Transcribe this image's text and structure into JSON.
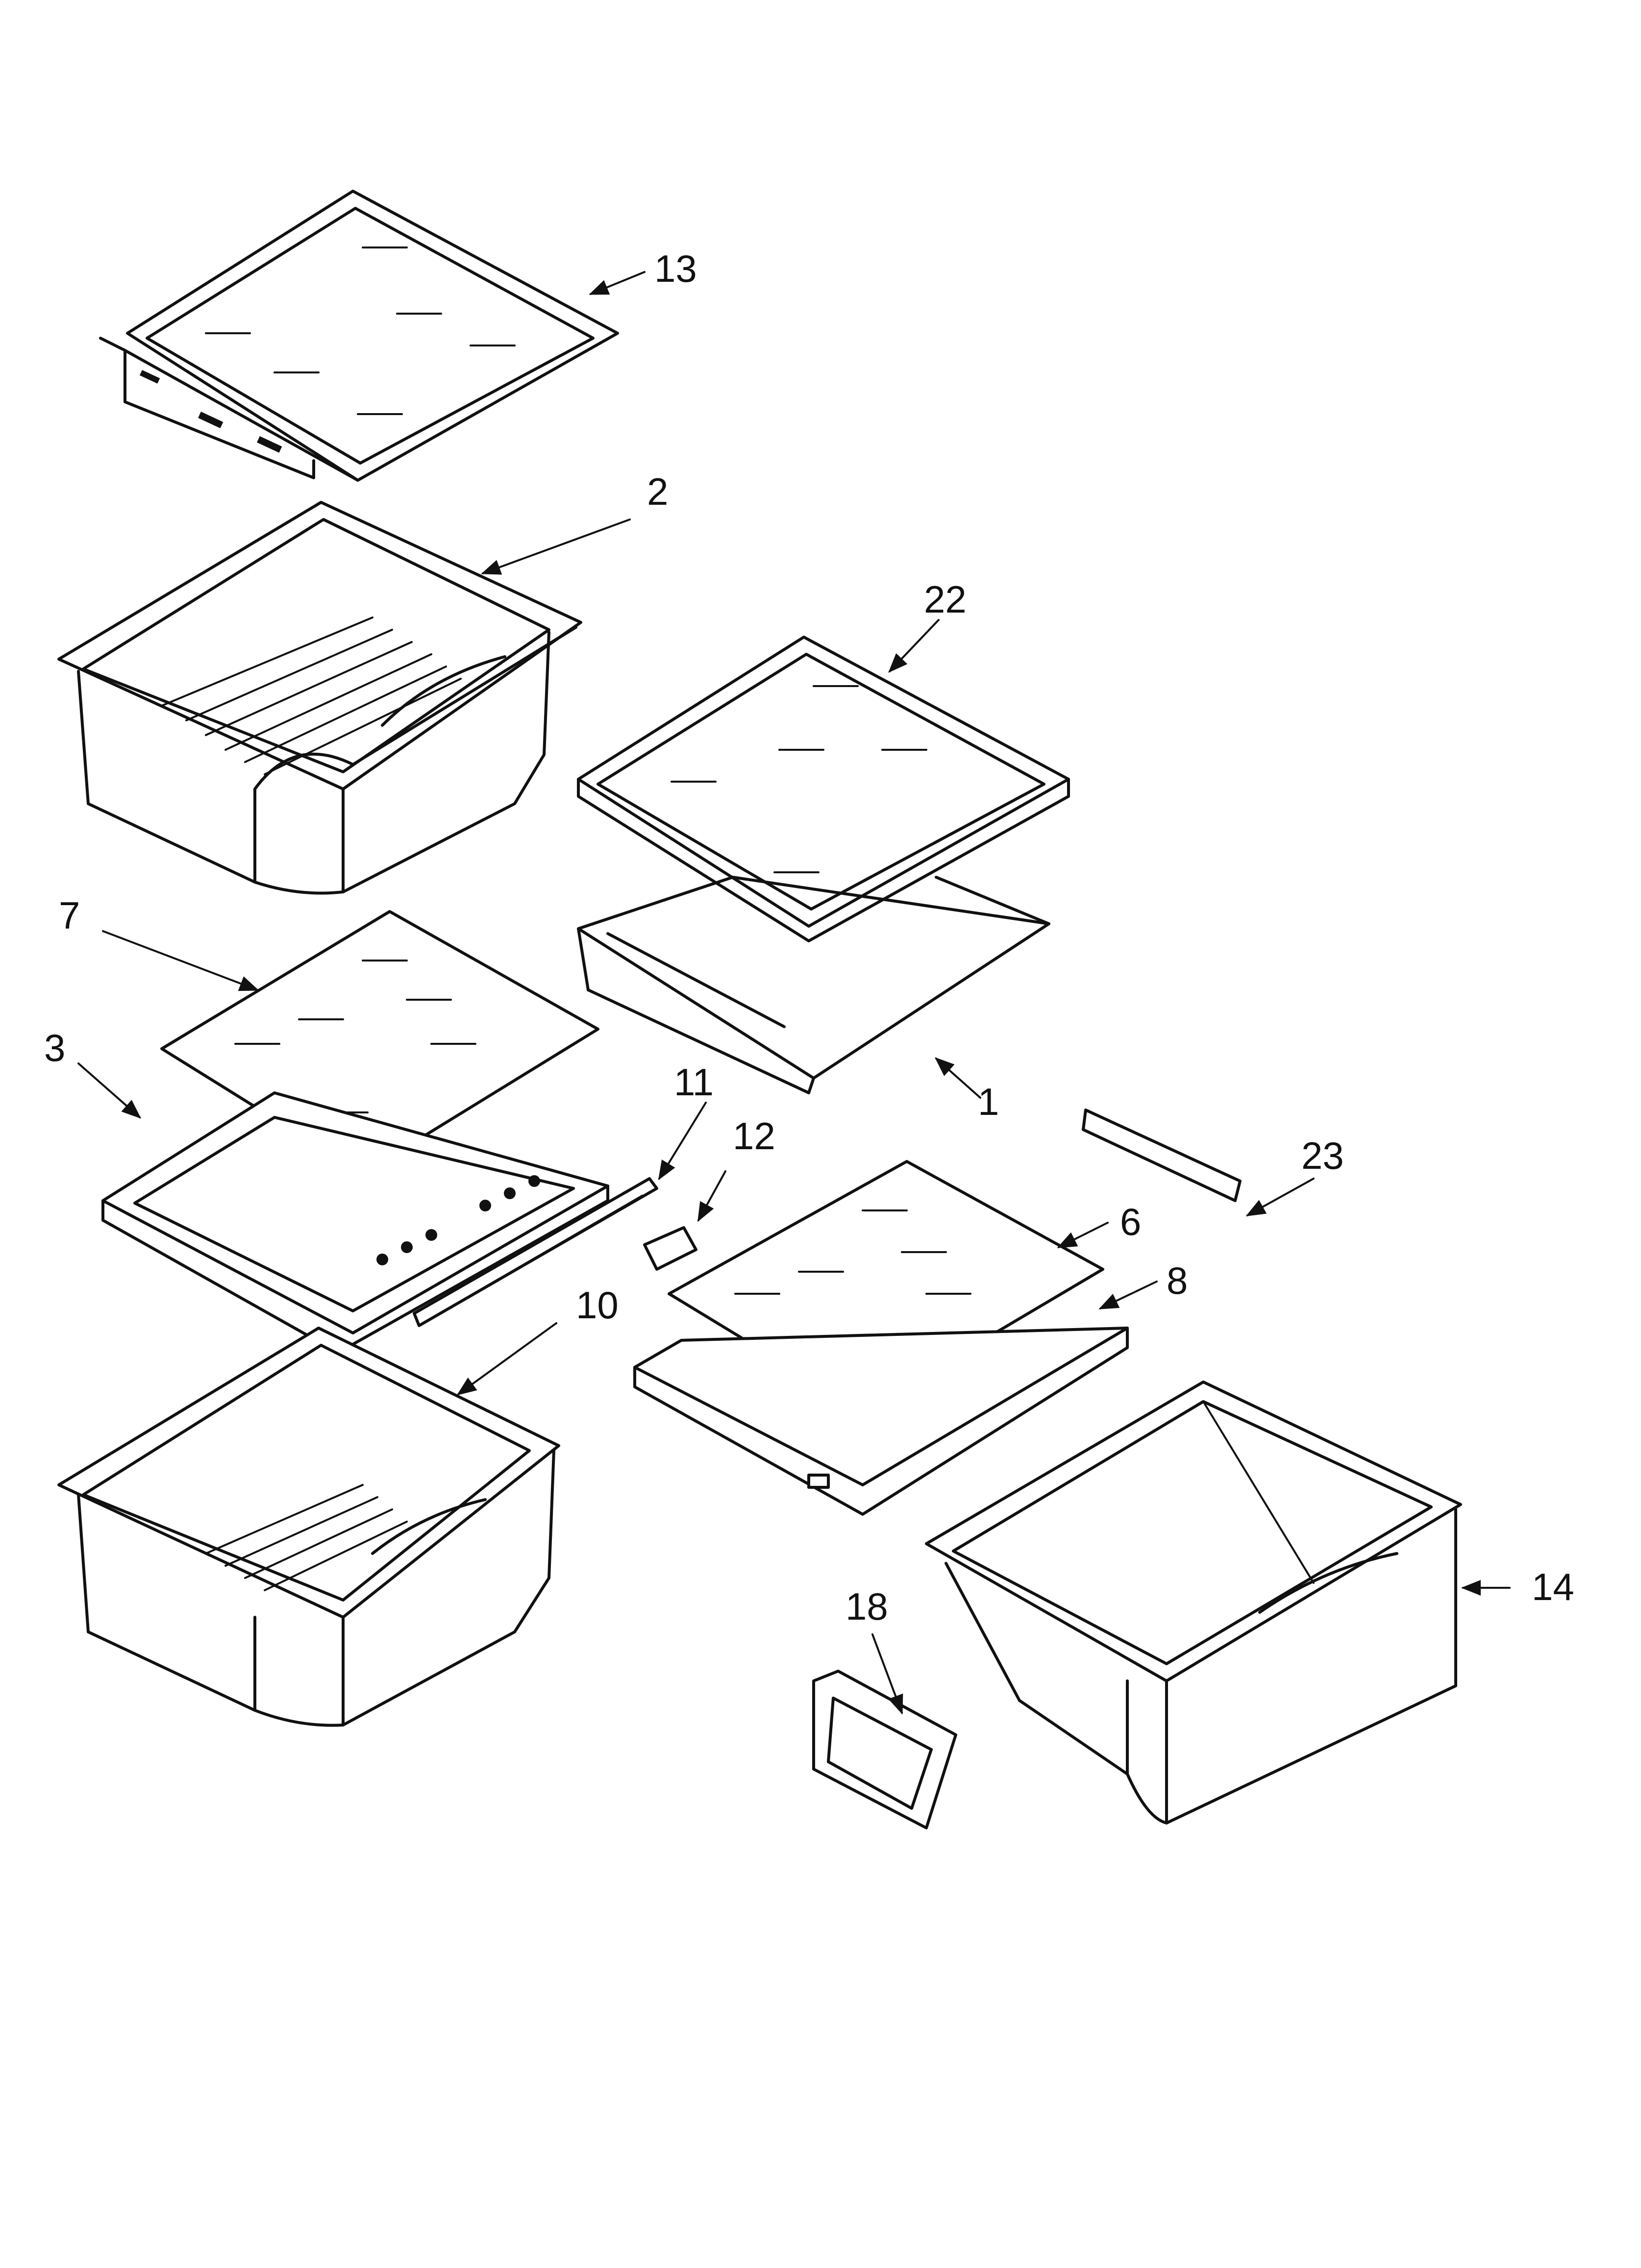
{
  "diagram": {
    "callouts": [
      {
        "id": "13",
        "label": "13"
      },
      {
        "id": "2",
        "label": "2"
      },
      {
        "id": "22",
        "label": "22"
      },
      {
        "id": "7",
        "label": "7"
      },
      {
        "id": "3",
        "label": "3"
      },
      {
        "id": "11",
        "label": "11"
      },
      {
        "id": "12",
        "label": "12"
      },
      {
        "id": "1",
        "label": "1"
      },
      {
        "id": "23",
        "label": "23"
      },
      {
        "id": "6",
        "label": "6"
      },
      {
        "id": "8",
        "label": "8"
      },
      {
        "id": "10",
        "label": "10"
      },
      {
        "id": "14",
        "label": "14"
      },
      {
        "id": "18",
        "label": "18"
      }
    ]
  }
}
